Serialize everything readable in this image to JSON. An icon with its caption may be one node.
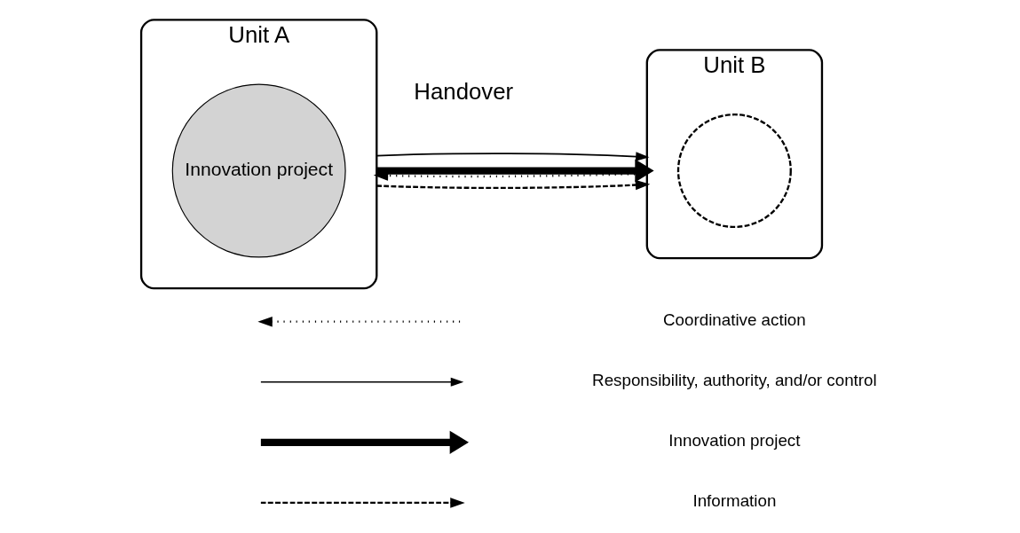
{
  "diagram": {
    "nodes": [
      {
        "text": [
          "Unit A"
        ]
      },
      {
        "text": [
          "Innovation project"
        ],
        "in": 0
      },
      {
        "text": [
          "Unit B"
        ]
      },
      {
        "text": [],
        "shape": "circle",
        "in": 2
      }
    ],
    "edges": [
      {
        "from": 0,
        "to": 2,
        "arrow": "to",
        "style": "dashed"
      },
      {
        "from": 0,
        "to": 2,
        "arrow": "to",
        "style": "thick"
      },
      {
        "from": 0,
        "to": 2,
        "arrow": "to"
      },
      {
        "from": 2,
        "to": 0,
        "arrow": "to",
        "style": "dashed"
      }
    ],
    "labels": [
      "Handover"
    ],
    "legend": [
      {
        "text": "Coordinative action"
      },
      {
        "text": "Responsibility, authority, and/or control"
      },
      {
        "text": "Innovation project"
      },
      {
        "text": "Information"
      }
    ]
  }
}
